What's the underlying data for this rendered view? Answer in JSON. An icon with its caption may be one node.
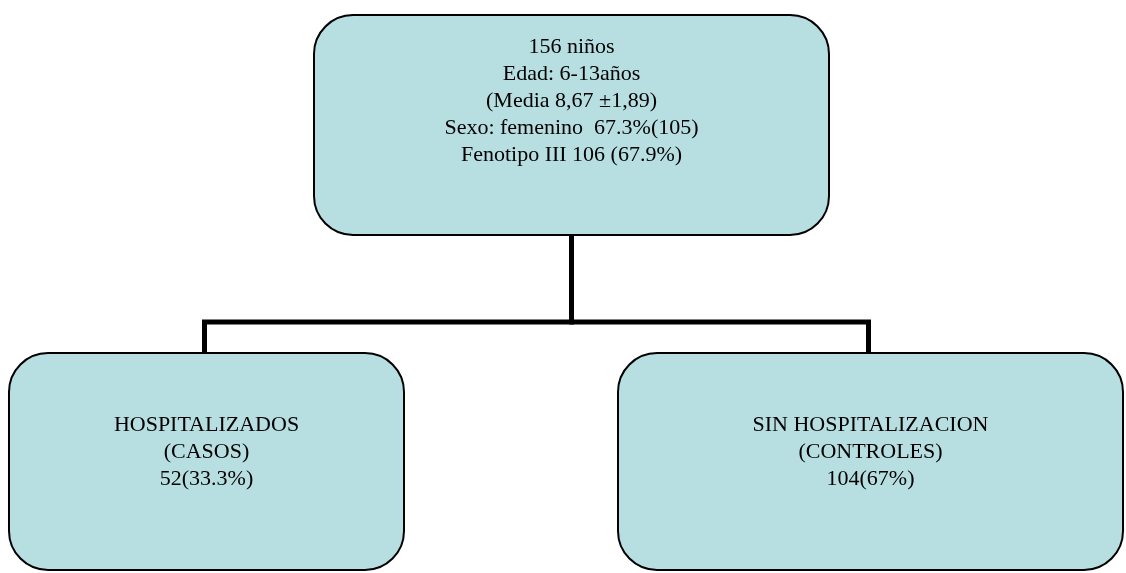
{
  "diagram": {
    "nodes": [
      {
        "text": [
          "156 niños",
          "Edad: 6-13años",
          "(Media 8,67 ±1,89)",
          "Sexo: femenino  67.3%(105)",
          "Fenotipo III 106 (67.9%)"
        ]
      },
      {
        "text": [
          "HOSPITALIZADOS",
          "(CASOS)",
          "52(33.3%)"
        ]
      },
      {
        "text": [
          "SIN HOSPITALIZACION",
          "(CONTROLES)",
          "104(67%)"
        ]
      }
    ],
    "edges": [
      {
        "from": 0,
        "to": 1,
        "arrow": "none"
      },
      {
        "from": 0,
        "to": 2,
        "arrow": "none"
      }
    ]
  }
}
